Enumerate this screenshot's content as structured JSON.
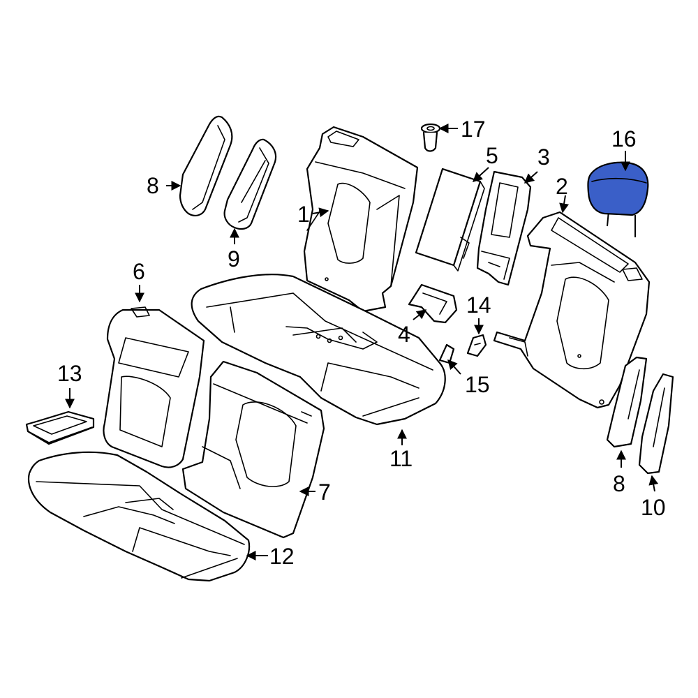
{
  "diagram": {
    "callouts": {
      "c1": "1",
      "c2": "2",
      "c3": "3",
      "c4": "4",
      "c5": "5",
      "c6": "6",
      "c7": "7",
      "c8a": "8",
      "c8b": "8",
      "c9": "9",
      "c10": "10",
      "c11": "11",
      "c12": "12",
      "c13": "13",
      "c14": "14",
      "c15": "15",
      "c16": "16",
      "c17": "17"
    },
    "colors": {
      "highlight": "#3a5fc8",
      "line": "#000000",
      "background": "#ffffff"
    }
  }
}
